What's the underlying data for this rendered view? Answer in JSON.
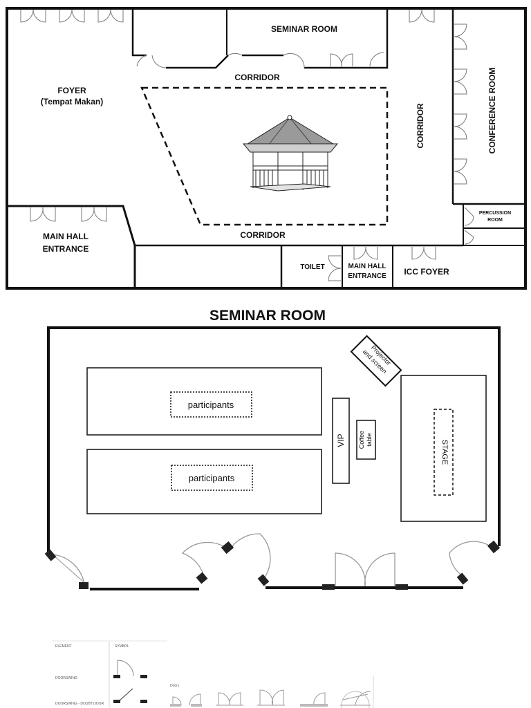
{
  "floor_plan": {
    "foyer": "FOYER",
    "foyer_sub": "(Tempat Makan)",
    "seminar_room": "SEMINAR ROOM",
    "corridor_top": "CORRIDOR",
    "corridor_right": "CORRIDOR",
    "corridor_bottom": "CORRIDOR",
    "conference_room": "CONFERENCE ROOM",
    "percussion_room_1": "PERCUSSION",
    "percussion_room_2": "ROOM",
    "main_hall_left_1": "MAIN HALL",
    "main_hall_left_2": "ENTRANCE",
    "toilet": "TOILET",
    "main_hall_right_1": "MAIN HALL",
    "main_hall_right_2": "ENTRANCE",
    "icc_foyer": "ICC FOYER"
  },
  "seminar_layout": {
    "title": "SEMINAR ROOM",
    "participants_1": "participants",
    "participants_2": "participants",
    "vip": "VIP",
    "coffee_1": "Coffee",
    "coffee_2": "table",
    "projector_1": "Projector",
    "projector_2": "and screen",
    "stage": "STAGE"
  },
  "legend": {
    "col_element": "ELEMENT",
    "col_symbol": "SYMBOL",
    "row_1": "DOORSWING",
    "row_2": "DOORSWING - DOUBT DOOR",
    "doors_label": "Doors"
  }
}
